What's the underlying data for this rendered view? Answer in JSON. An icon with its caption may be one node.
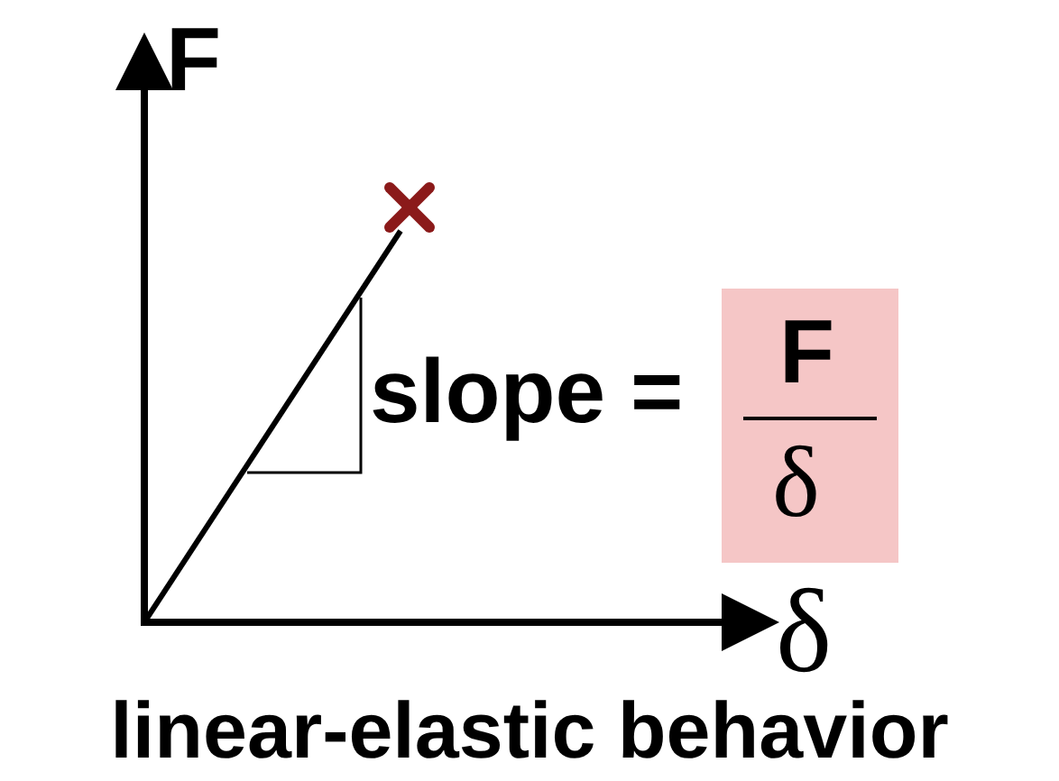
{
  "diagram": {
    "caption": "linear-elastic behavior",
    "labels": [
      "F",
      "slope =",
      "F",
      "δ",
      "δ"
    ]
  }
}
